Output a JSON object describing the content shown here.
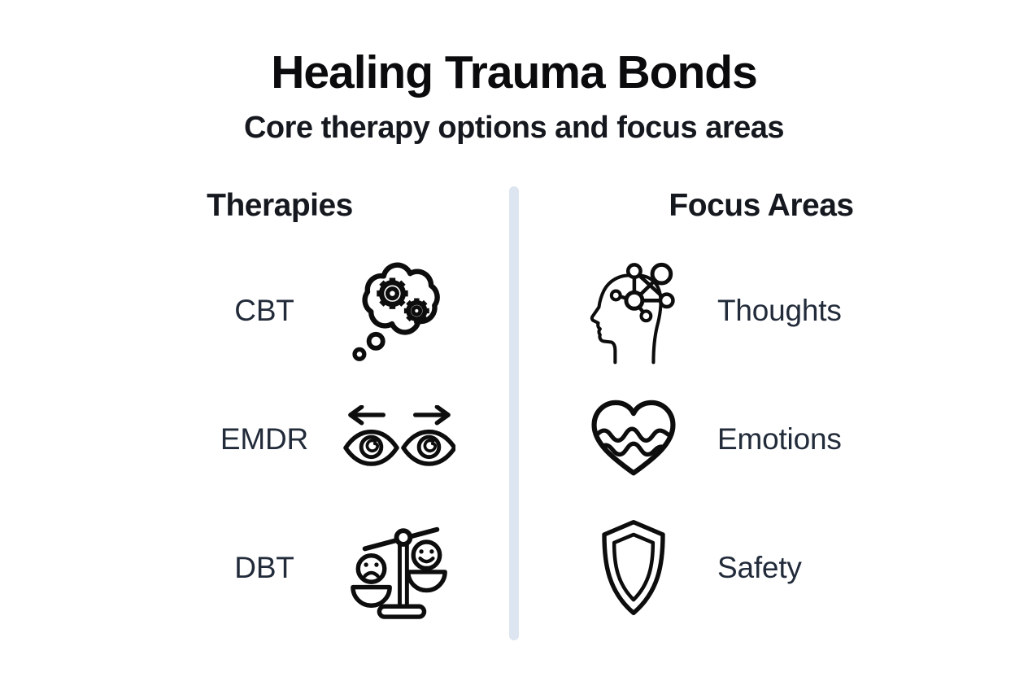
{
  "title": "Healing Trauma Bonds",
  "subtitle": "Core therapy options and focus areas",
  "colors": {
    "background": "#ffffff",
    "icon_stroke": "#0d0d0d",
    "label_text": "#222b3a",
    "heading_text": "#15181e",
    "divider": "#dde5f0"
  },
  "therapies": {
    "header": "Therapies",
    "items": [
      {
        "label": "CBT",
        "icon": "thought-bubble-gears-icon"
      },
      {
        "label": "EMDR",
        "icon": "eyes-scanning-arrows-icon"
      },
      {
        "label": "DBT",
        "icon": "balance-scale-faces-icon"
      }
    ]
  },
  "focus_areas": {
    "header": "Focus Areas",
    "items": [
      {
        "label": "Thoughts",
        "icon": "head-neural-network-icon"
      },
      {
        "label": "Emotions",
        "icon": "heart-waves-icon"
      },
      {
        "label": "Safety",
        "icon": "shield-icon"
      }
    ]
  }
}
